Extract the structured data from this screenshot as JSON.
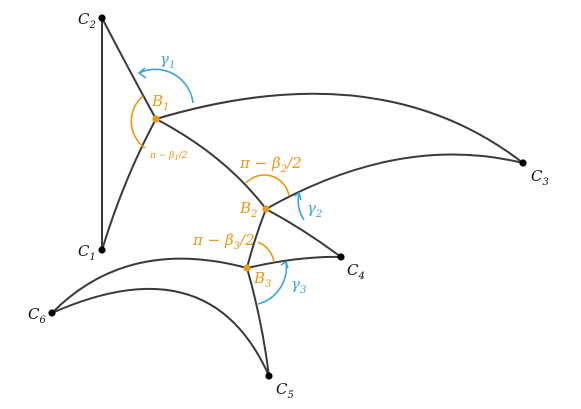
{
  "colors": {
    "edge": "#3a3a3a",
    "vertex": "#000000",
    "branch_point": "#f0960f",
    "gamma_arc": "#3aa3e3",
    "angle_arc": "#f0960f"
  },
  "vertices": {
    "C1": {
      "base": "C",
      "sub": "1"
    },
    "C2": {
      "base": "C",
      "sub": "2"
    },
    "C3": {
      "base": "C",
      "sub": "3"
    },
    "C4": {
      "base": "C",
      "sub": "4"
    },
    "C5": {
      "base": "C",
      "sub": "5"
    },
    "C6": {
      "base": "C",
      "sub": "6"
    }
  },
  "branch_points": {
    "B1": {
      "base": "B",
      "sub": "1"
    },
    "B2": {
      "base": "B",
      "sub": "2"
    },
    "B3": {
      "base": "B",
      "sub": "3"
    }
  },
  "gamma_labels": {
    "g1": {
      "base": "γ",
      "sub": "1"
    },
    "g2": {
      "base": "γ",
      "sub": "2"
    },
    "g3": {
      "base": "γ",
      "sub": "3"
    }
  },
  "angle_labels": {
    "a1": {
      "pre": "π − β",
      "sub": "1",
      "post": "/2"
    },
    "a2": {
      "pre": "π − β",
      "sub": "2",
      "post": "/2"
    },
    "a3": {
      "pre": "π − β",
      "sub": "3",
      "post": "/2"
    }
  }
}
